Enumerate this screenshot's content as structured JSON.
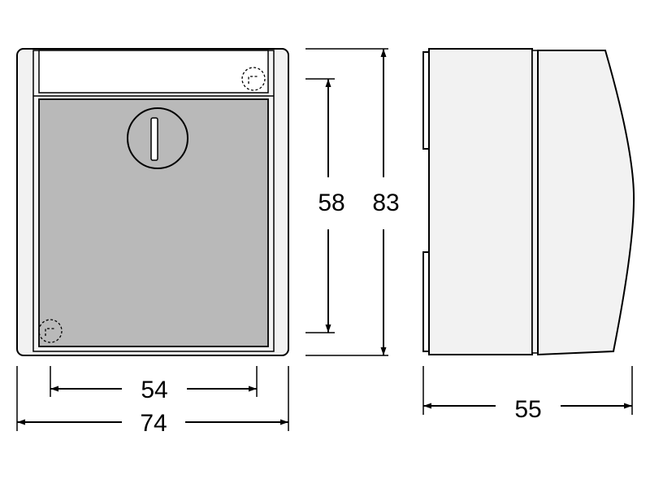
{
  "dimensions": {
    "inner_width": "54",
    "outer_width": "74",
    "inner_height": "58",
    "outer_height": "83",
    "depth": "55"
  },
  "colors": {
    "housing": "#f2f2f2",
    "cover": "#b9b9b9",
    "stroke": "#000000"
  },
  "icons": [
    "screw-icon",
    "cover-lock-icon"
  ]
}
